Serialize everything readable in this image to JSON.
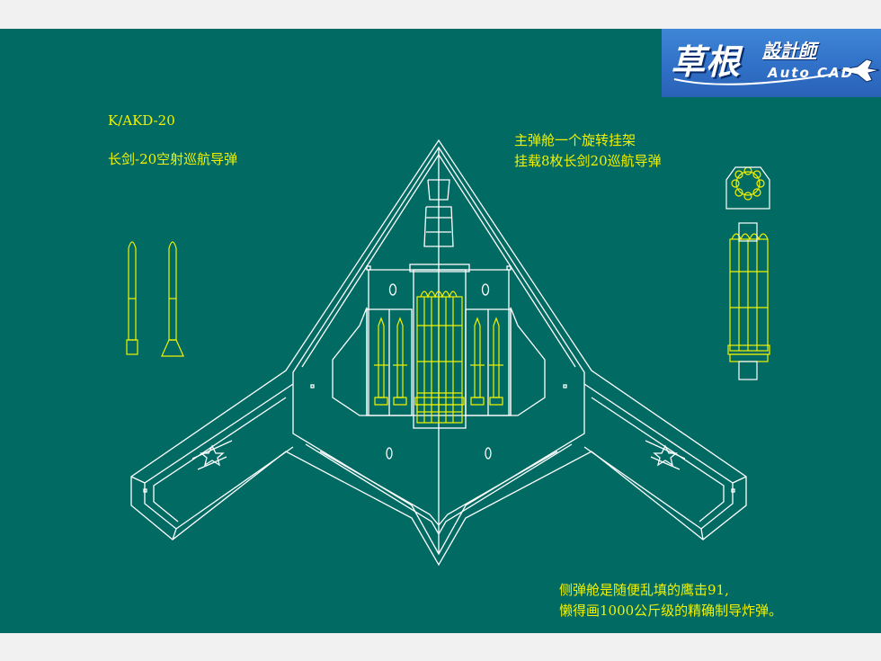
{
  "logo": {
    "main": "草根",
    "secondary": "設計師",
    "sub": "Auto CAD"
  },
  "labels": {
    "model": "K/AKD-20",
    "missile_name": "长剑-20空射巡航导弹",
    "main_bay_line1": "主弹舱一个旋转挂架",
    "main_bay_line2": "挂载8枚长剑20巡航导弹",
    "side_bay_line1": "侧弹舱是随便乱填的鹰击91,",
    "side_bay_line2": "懒得画1000公斤级的精确制导炸弹。"
  },
  "colors": {
    "background": "#006a63",
    "outline": "#ffffff",
    "weapons": "#f2f200",
    "logo": "#3a7ecf"
  }
}
